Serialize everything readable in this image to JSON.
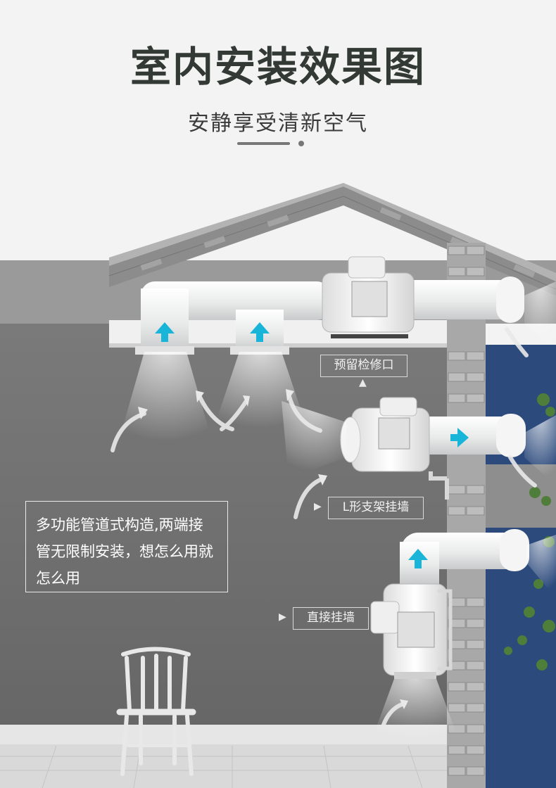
{
  "header": {
    "title": "室内安装效果图",
    "subtitle": "安静享受清新空气"
  },
  "callout": {
    "text": "多功能管道式构造,两端接管无限制安装，想怎么用就怎么用"
  },
  "labels": {
    "reserved_access": "预留检修口",
    "l_bracket": "L形支架挂墙",
    "direct_wall": "直接挂墙"
  },
  "colors": {
    "title": "#333a35",
    "wall": "#6e6e6e",
    "outside": "#2c4a7c",
    "accent_arrow": "#19b5d8"
  },
  "icons": [
    "up-arrow-icon",
    "right-arrow-icon",
    "airflow-arrow-icon",
    "duct-fan",
    "chair",
    "house-roof",
    "brick-column",
    "plant"
  ]
}
